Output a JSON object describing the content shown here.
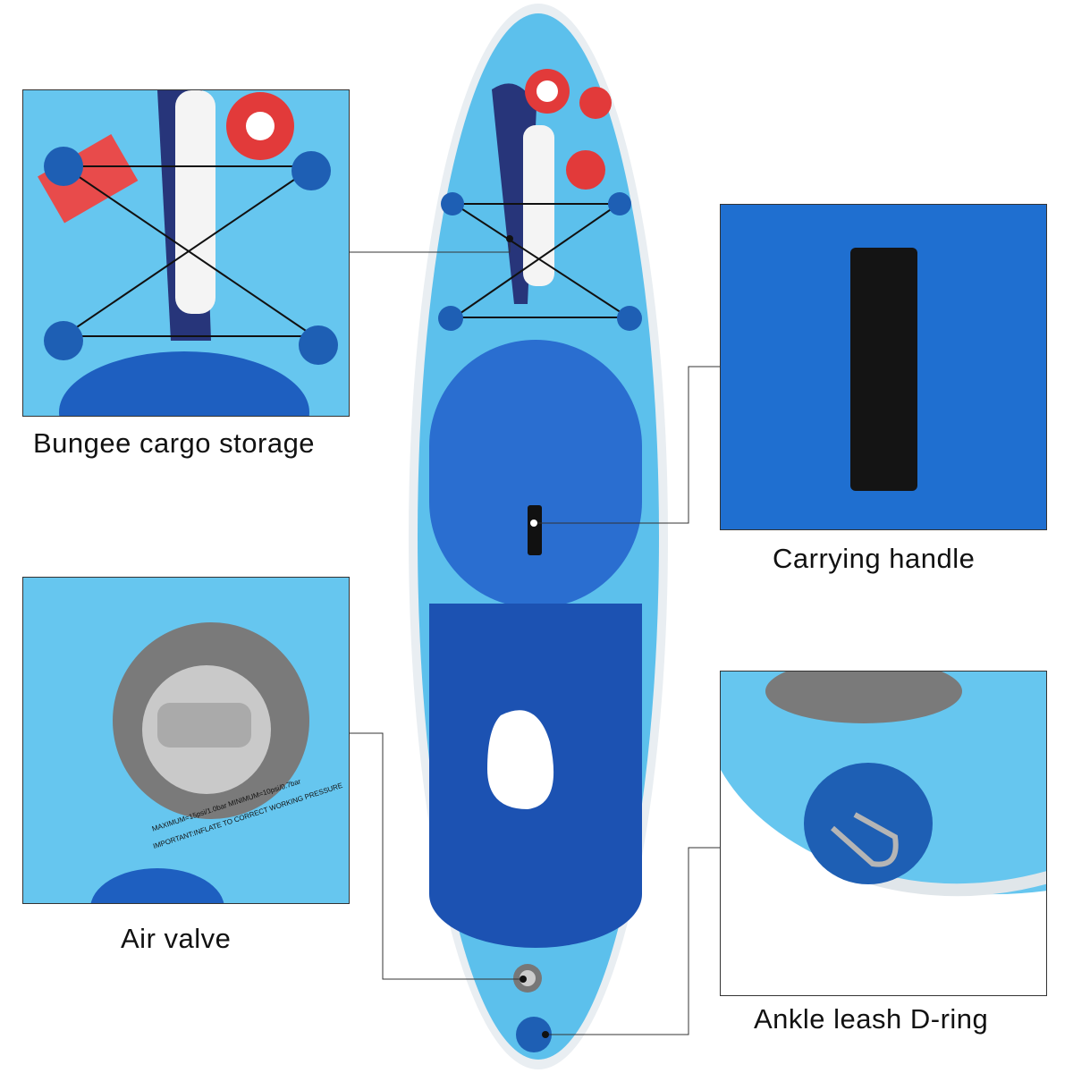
{
  "callouts": [
    {
      "id": "bungee",
      "label": "Bungee cargo storage"
    },
    {
      "id": "handle",
      "label": "Carrying handle"
    },
    {
      "id": "valve",
      "label": "Air valve"
    },
    {
      "id": "dring",
      "label": "Ankle leash D-ring"
    }
  ],
  "valve_text": {
    "line1": "IMPORTANT:INFLATE TO CORRECT WORKING PRESSURE",
    "line2": "MAXIMUM=15psi/1.0bar MINIMUM=10psi/0.7bar"
  },
  "colors": {
    "board_light": "#5cc0ec",
    "board_deck": "#1e62c4",
    "board_deck_dark": "#1a4fae",
    "rail": "#e8eef3",
    "line": "#333333"
  }
}
